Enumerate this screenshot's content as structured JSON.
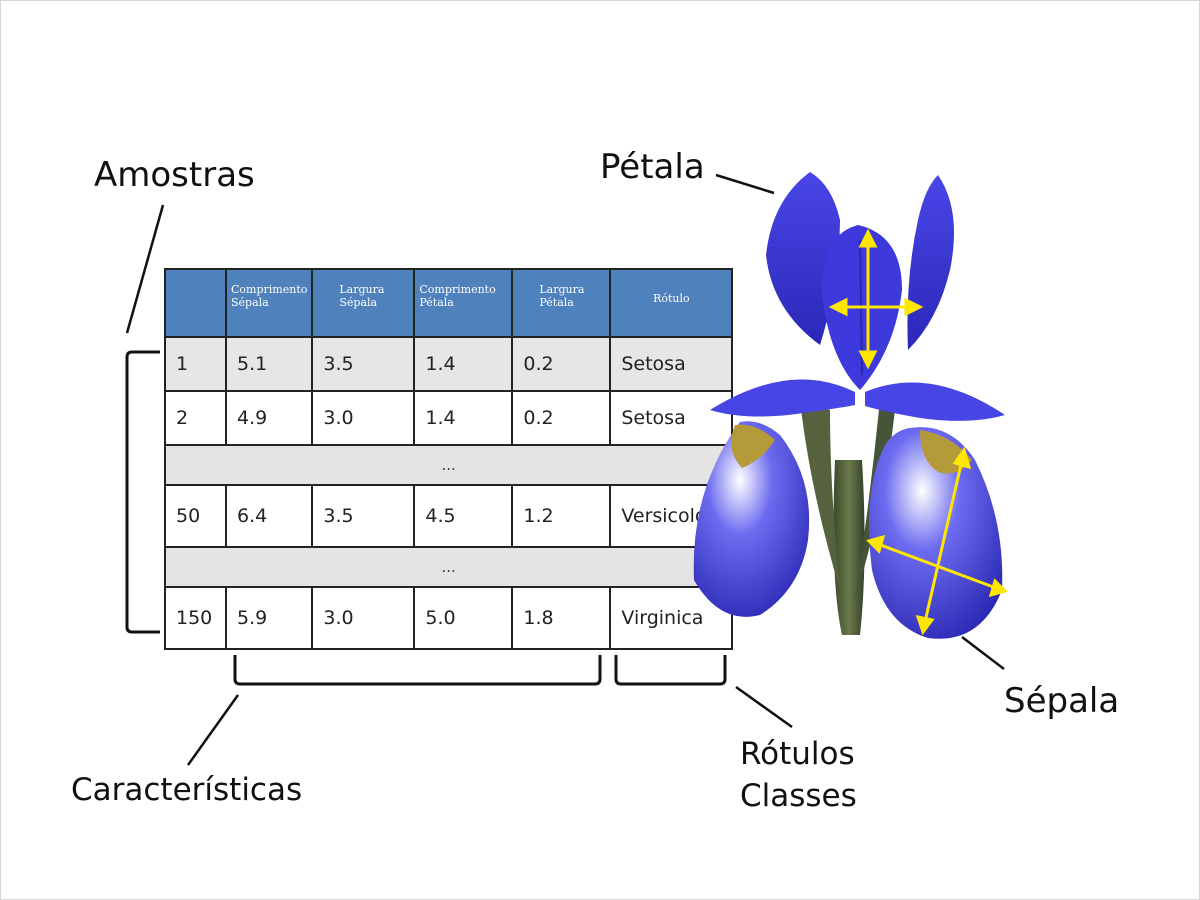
{
  "annotations": {
    "samples": "Amostras",
    "petal": "Pétala",
    "sepal": "Sépala",
    "features": "Características",
    "labels_line1": "Rótulos",
    "labels_line2": "Classes"
  },
  "table": {
    "headers": [
      {
        "line1": "",
        "line2": ""
      },
      {
        "line1": "Comprimento",
        "line2": "Sépala"
      },
      {
        "line1": "Largura",
        "line2": "Sépala"
      },
      {
        "line1": "Comprimento",
        "line2": "Pétala"
      },
      {
        "line1": "Largura",
        "line2": "Pétala"
      },
      {
        "line1": "Rótulo",
        "line2": ""
      }
    ],
    "rows": [
      {
        "id": "1",
        "sl": "5.1",
        "sw": "3.5",
        "pl": "1.4",
        "pw": "0.2",
        "label": "Setosa"
      },
      {
        "id": "2",
        "sl": "4.9",
        "sw": "3.0",
        "pl": "1.4",
        "pw": "0.2",
        "label": "Setosa"
      },
      {
        "id": "50",
        "sl": "6.4",
        "sw": "3.5",
        "pl": "4.5",
        "pw": "1.2",
        "label": "Versicolor"
      },
      {
        "id": "150",
        "sl": "5.9",
        "sw": "3.0",
        "pl": "5.0",
        "pw": "1.8",
        "label": "Virginica"
      }
    ],
    "ellipsis": "...",
    "colors": {
      "header_bg": "#4f81bd",
      "header_text": "#ffffff",
      "shaded_row": "#e6e6e6"
    }
  },
  "flower": {
    "petal_color": "#3a36d6",
    "petal_dark": "#2320a0",
    "arrow_color": "#ffe600",
    "stem_color": "#4a5a3a"
  }
}
